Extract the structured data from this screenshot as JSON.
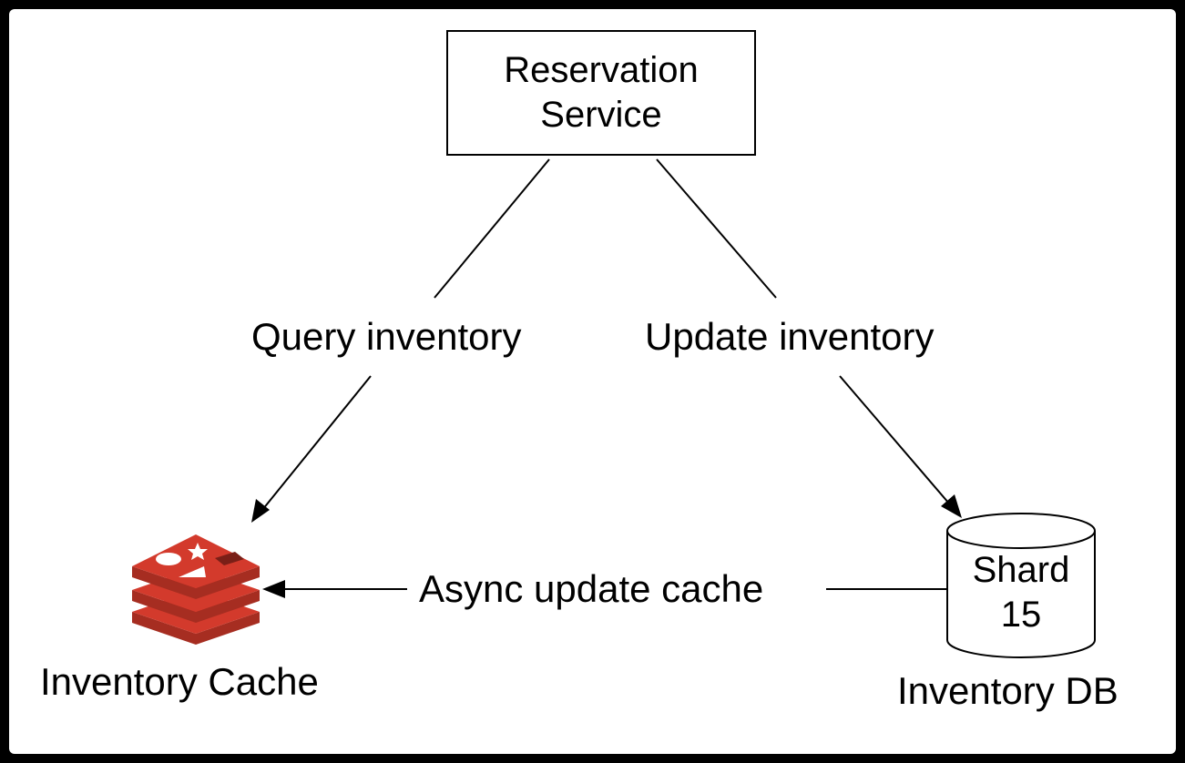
{
  "nodes": {
    "reservation_service": {
      "line1": "Reservation",
      "line2": "Service"
    },
    "inventory_cache": {
      "caption": "Inventory Cache",
      "icon": "redis-logo-icon"
    },
    "inventory_db": {
      "shard_line1": "Shard",
      "shard_line2": "15",
      "caption": "Inventory DB",
      "icon": "database-cylinder-icon"
    }
  },
  "edges": {
    "query": {
      "label": "Query inventory"
    },
    "update": {
      "label": "Update inventory"
    },
    "async": {
      "label": "Async update cache"
    }
  },
  "colors": {
    "frame": "#000000",
    "background": "#ffffff",
    "redis_red": "#d33a2c",
    "redis_dark": "#a62d21"
  }
}
